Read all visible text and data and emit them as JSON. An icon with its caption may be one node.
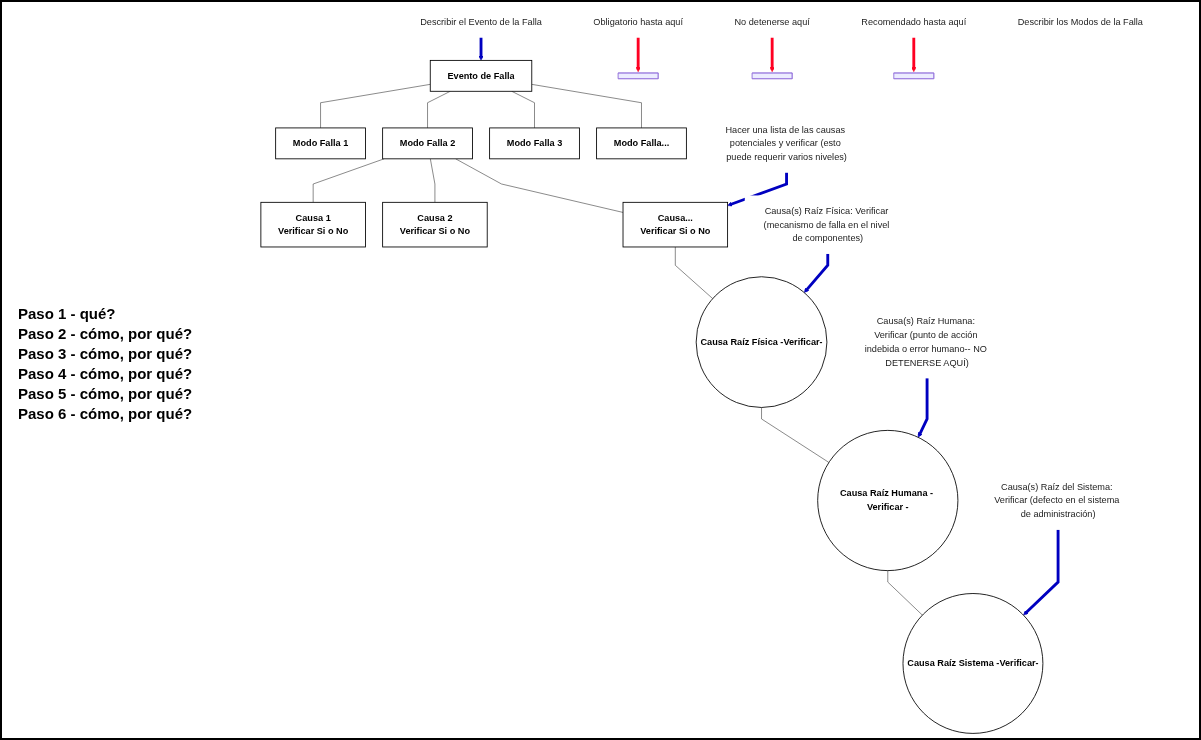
{
  "diagram": {
    "nodes": [
      {
        "text": [
          "Evento de Falla"
        ]
      },
      {
        "text": [
          "Modo Falla 1"
        ]
      },
      {
        "text": [
          "Modo Falla 2"
        ]
      },
      {
        "text": [
          "Modo Falla 3"
        ]
      },
      {
        "text": [
          "Modo Falla..."
        ]
      },
      {
        "text": [
          "Causa 1",
          "Verificar Si o No"
        ]
      },
      {
        "text": [
          "Causa 2",
          "Verificar Si o No"
        ]
      },
      {
        "text": [
          "Causa...",
          "Verificar Si o No"
        ]
      },
      {
        "text": [
          "Causa Raíz Física -Verificar-"
        ]
      },
      {
        "text": [
          "Causa Raíz Humana - Verificar -"
        ]
      },
      {
        "text": [
          "Causa Raíz Sistema -Verificar-"
        ]
      },
      {
        "text": [
          "Obligatorio hasta aquí"
        ]
      },
      {
        "text": [],
        "shape": "bar"
      },
      {
        "text": [
          "No detenerse aquí"
        ]
      },
      {
        "text": [],
        "shape": "bar"
      },
      {
        "text": [
          "Recomendado hasta aquí"
        ]
      },
      {
        "text": [],
        "shape": "bar"
      },
      {
        "text": [
          "Describir el Evento de la Falla"
        ]
      },
      {
        "text": [
          "Describir los Modos de la Falla"
        ]
      },
      {
        "text": [
          "Hacer una lista de las causas potenciales y verificar (esto puede requerir varios niveles)"
        ]
      },
      {
        "text": [
          "Causa(s) Raíz Física: Verificar (mecanismo de falla en el nivel de componentes)"
        ]
      },
      {
        "text": [
          "Causa(s) Raíz Humana: Verificar (punto de acción indebida o error humano-- NO DETENERSE AQUÍ)"
        ]
      },
      {
        "text": [
          "Causa(s) Raíz del Sistema: Verificar (defecto en el sistema de administración)"
        ]
      }
    ],
    "edges": [
      {
        "from": 0,
        "to": 1,
        "arrow": "none"
      },
      {
        "from": 0,
        "to": 2,
        "arrow": "none"
      },
      {
        "from": 0,
        "to": 3,
        "arrow": "none"
      },
      {
        "from": 0,
        "to": 4,
        "arrow": "none"
      },
      {
        "from": 2,
        "to": 5,
        "arrow": "none"
      },
      {
        "from": 2,
        "to": 6,
        "arrow": "none"
      },
      {
        "from": 2,
        "to": 7,
        "arrow": "none"
      },
      {
        "from": 7,
        "to": 8,
        "arrow": "none"
      },
      {
        "from": 8,
        "to": 9,
        "arrow": "none"
      },
      {
        "from": 9,
        "to": 10,
        "arrow": "none"
      },
      {
        "from": 11,
        "to": 12,
        "arrow": "to",
        "style": "thick",
        "color": "#ff0022"
      },
      {
        "from": 13,
        "to": 14,
        "arrow": "to",
        "style": "thick",
        "color": "#ff0022"
      },
      {
        "from": 15,
        "to": 16,
        "arrow": "to",
        "style": "thick",
        "color": "#ff0022"
      },
      {
        "from": 17,
        "to": 0,
        "arrow": "to",
        "style": "thick",
        "color": "#0000c0"
      },
      {
        "from": 19,
        "to": 7,
        "arrow": "to",
        "style": "thick",
        "color": "#0000c0"
      },
      {
        "from": 20,
        "to": 8,
        "arrow": "to",
        "style": "thick",
        "color": "#0000c0"
      },
      {
        "from": 21,
        "to": 9,
        "arrow": "to",
        "style": "thick",
        "color": "#0000c0"
      },
      {
        "from": 22,
        "to": 10,
        "arrow": "to",
        "style": "thick",
        "color": "#0000c0"
      }
    ],
    "labels": [
      "Paso 1 - qué?",
      "Paso 2 - cómo, por qué?",
      "Paso 3 - cómo, por qué?",
      "Paso 4 - cómo, por qué?",
      "Paso 5 - cómo, por qué?",
      "Paso 6 - cómo, por qué?"
    ]
  }
}
